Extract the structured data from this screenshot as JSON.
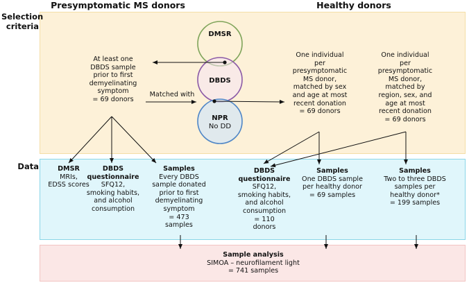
{
  "colors": {
    "selection_panel": "#fdf1d8",
    "selection_border": "#f4dea6",
    "data_panel": "#e0f6fb",
    "data_border": "#89d6e8",
    "analysis_panel": "#fbe7e6",
    "analysis_border": "#f2c4c2",
    "dmsr_circle": "#7fa45a",
    "dbds_circle": "#8b5aa6",
    "npr_circle": "#4f86c6"
  },
  "headers": {
    "left": "Presymptomatic MS donors",
    "right": "Healthy donors"
  },
  "row_labels": {
    "selection_line1": "Selection",
    "selection_line2": "criteria",
    "data": "Data"
  },
  "venn": {
    "dmsr": "DMSR",
    "dbds": "DBDS",
    "npr": "NPR",
    "npr_sub": "No DD"
  },
  "selection": {
    "ms_criterion": [
      "At least one",
      "DBDS sample",
      "prior to first",
      "demyelinating",
      "symptom",
      "= 69 donors"
    ],
    "matched_with": "Matched with",
    "healthy_a": [
      "One individual",
      "per",
      "presymptomatic",
      "MS donor,",
      "matched by sex",
      "and age at most",
      "recent donation",
      "= 69 donors"
    ],
    "healthy_b": [
      "One individual",
      "per",
      "presymptomatic",
      "MS donor,",
      "matched by",
      "region, sex, and",
      "age at most",
      "recent donation",
      "= 69 donors"
    ]
  },
  "data_boxes": {
    "dmsr": {
      "title": "DMSR",
      "lines": [
        "MRIs,",
        "EDSS scores"
      ]
    },
    "ms_questionnaire": {
      "title": "DBDS",
      "title2": "questionnaire",
      "lines": [
        "SFQ12,",
        "smoking habits,",
        "and alcohol",
        "consumption"
      ]
    },
    "ms_samples": {
      "title": "Samples",
      "lines": [
        "Every DBDS",
        "sample donated",
        "prior to first",
        "demyelinating",
        "symptom",
        "= 473",
        "samples"
      ]
    },
    "hd_questionnaire": {
      "title": "DBDS",
      "title2": "questionnaire",
      "lines": [
        "SFQ12,",
        "smoking habits,",
        "and alcohol",
        "consumption",
        "= 110",
        "donors"
      ]
    },
    "hd_samples_a": {
      "title": "Samples",
      "lines": [
        "One DBDS sample",
        "per healthy donor",
        "= 69 samples"
      ]
    },
    "hd_samples_b": {
      "title": "Samples",
      "lines": [
        "Two to three DBDS",
        "samples per",
        "healthy donor*",
        "= 199 samples"
      ]
    }
  },
  "analysis": {
    "title": "Sample analysis",
    "line1": "SIMOA – neurofilament light",
    "line2": "= 741 samples"
  }
}
